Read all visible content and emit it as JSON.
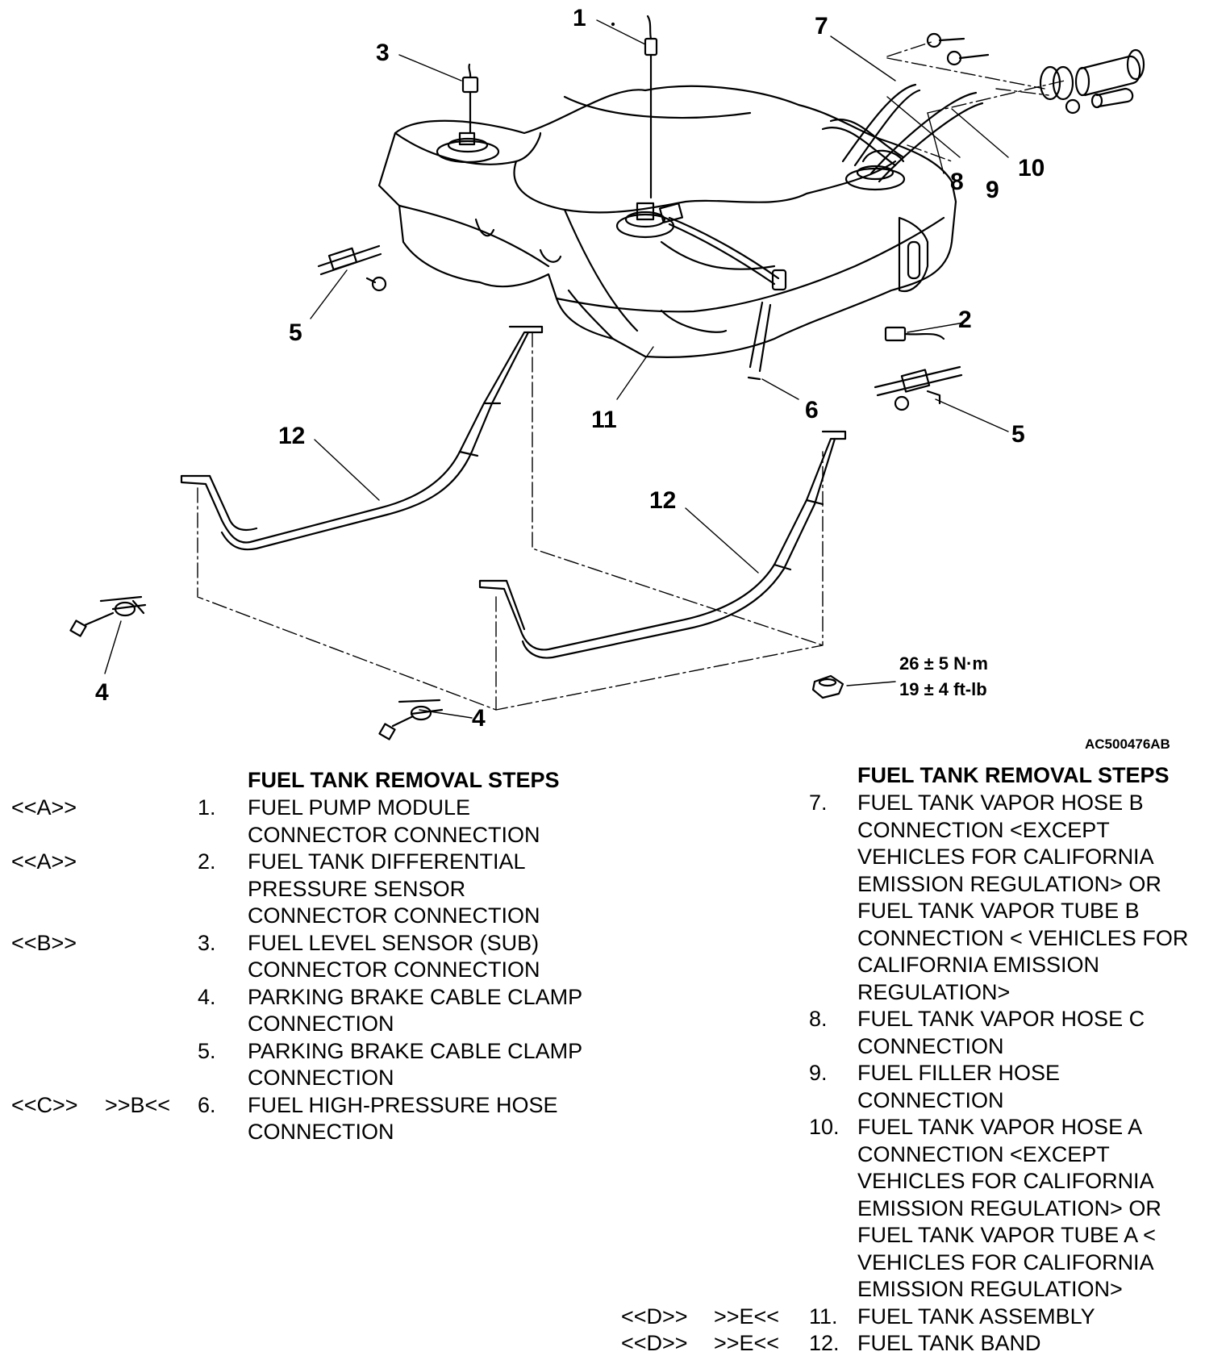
{
  "diagram": {
    "figure_code": "AC500476AB",
    "callouts": {
      "c1": "1",
      "c2": "2",
      "c3": "3",
      "c4a": "4",
      "c4b": "4",
      "c5a": "5",
      "c5b": "5",
      "c6": "6",
      "c7": "7",
      "c8": "8",
      "c9": "9",
      "c10": "10",
      "c11": "11",
      "c12a": "12",
      "c12b": "12"
    },
    "torque": {
      "metric": "26 ± 5 N·m",
      "imperial": "19 ± 4 ft-lb"
    }
  },
  "left_steps": {
    "heading": "FUEL TANK REMOVAL STEPS",
    "items": [
      {
        "mark1": "<<A>>",
        "mark2": "",
        "num": "1.",
        "text": "FUEL PUMP MODULE\nCONNECTOR CONNECTION"
      },
      {
        "mark1": "<<A>>",
        "mark2": "",
        "num": "2.",
        "text": "FUEL TANK DIFFERENTIAL\nPRESSURE SENSOR\nCONNECTOR CONNECTION"
      },
      {
        "mark1": "<<B>>",
        "mark2": "",
        "num": "3.",
        "text": "FUEL LEVEL SENSOR (SUB)\nCONNECTOR CONNECTION"
      },
      {
        "mark1": "",
        "mark2": "",
        "num": "4.",
        "text": "PARKING BRAKE CABLE CLAMP\nCONNECTION"
      },
      {
        "mark1": "",
        "mark2": "",
        "num": "5.",
        "text": "PARKING BRAKE CABLE CLAMP\nCONNECTION"
      },
      {
        "mark1": "<<C>>",
        "mark2": ">>B<<",
        "num": "6.",
        "text": "FUEL HIGH-PRESSURE HOSE\nCONNECTION"
      }
    ]
  },
  "right_steps": {
    "heading": "FUEL TANK REMOVAL STEPS",
    "items": [
      {
        "mark1": "",
        "mark2": "",
        "num": "7.",
        "text": "FUEL TANK VAPOR HOSE B\nCONNECTION <EXCEPT\nVEHICLES FOR CALIFORNIA\nEMISSION REGULATION> OR\nFUEL TANK VAPOR TUBE B\nCONNECTION < VEHICLES FOR\nCALIFORNIA EMISSION\nREGULATION>"
      },
      {
        "mark1": "",
        "mark2": "",
        "num": "8.",
        "text": "FUEL TANK VAPOR HOSE C\nCONNECTION"
      },
      {
        "mark1": "",
        "mark2": "",
        "num": "9.",
        "text": "FUEL FILLER HOSE\nCONNECTION"
      },
      {
        "mark1": "",
        "mark2": "",
        "num": "10.",
        "text": "FUEL TANK VAPOR HOSE A\nCONNECTION <EXCEPT\nVEHICLES FOR CALIFORNIA\nEMISSION REGULATION> OR\nFUEL TANK VAPOR TUBE A <\nVEHICLES FOR CALIFORNIA\nEMISSION REGULATION>"
      },
      {
        "mark1": "<<D>>",
        "mark2": ">>E<<",
        "num": "11.",
        "text": "FUEL TANK ASSEMBLY"
      },
      {
        "mark1": "<<D>>",
        "mark2": ">>E<<",
        "num": "12.",
        "text": "FUEL TANK BAND"
      }
    ]
  }
}
